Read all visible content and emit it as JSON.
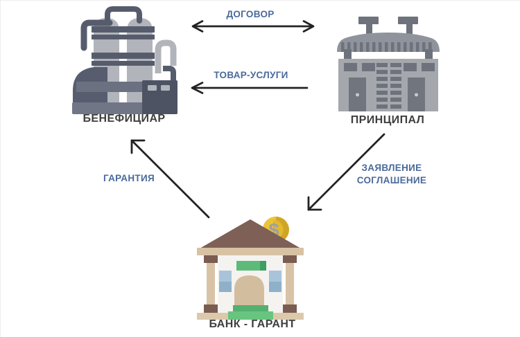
{
  "diagram": {
    "nodes": {
      "beneficiary": {
        "label": "БЕНЕФИЦИАР",
        "icon": "industrial-plant-icon"
      },
      "principal": {
        "label": "ПРИНЦИПАЛ",
        "icon": "factory-icon"
      },
      "bank": {
        "label": "БАНК - ГАРАНТ",
        "icon": "bank-icon"
      }
    },
    "edges": {
      "contract": {
        "label": "ДОГОВОР",
        "direction": "bidirectional-horizontal"
      },
      "goods_services": {
        "label": "ТОВАР-УСЛУГИ",
        "direction": "principal-to-beneficiary"
      },
      "guarantee": {
        "label": "ГАРАНТИЯ",
        "direction": "bank-to-beneficiary"
      },
      "application": {
        "label_line1": "ЗАЯВЛЕНИЕ",
        "label_line2": "СОГЛАШЕНИЕ",
        "direction": "principal-to-bank"
      }
    },
    "colors": {
      "node_label": "#3e3e3e",
      "edge_label": "#4a6a9b",
      "arrow": "#222222",
      "coin_gold": "#eec434",
      "coin_gold_dark": "#d0a428",
      "coin_dollar_gray": "#9aa0a8",
      "roof_brown": "#7e6057",
      "bank_tan": "#d9c3a6",
      "bank_dark_brown": "#7b5c50",
      "sign_green": "#5eba79",
      "steps_green": "#67c57f",
      "window_blue": "#a9c4da",
      "machine_light_gray": "#b2b4bb",
      "machine_dark_slate": "#565c6c",
      "factory_gray": "#a4a7ac",
      "factory_dark_gray": "#6d727d"
    }
  }
}
